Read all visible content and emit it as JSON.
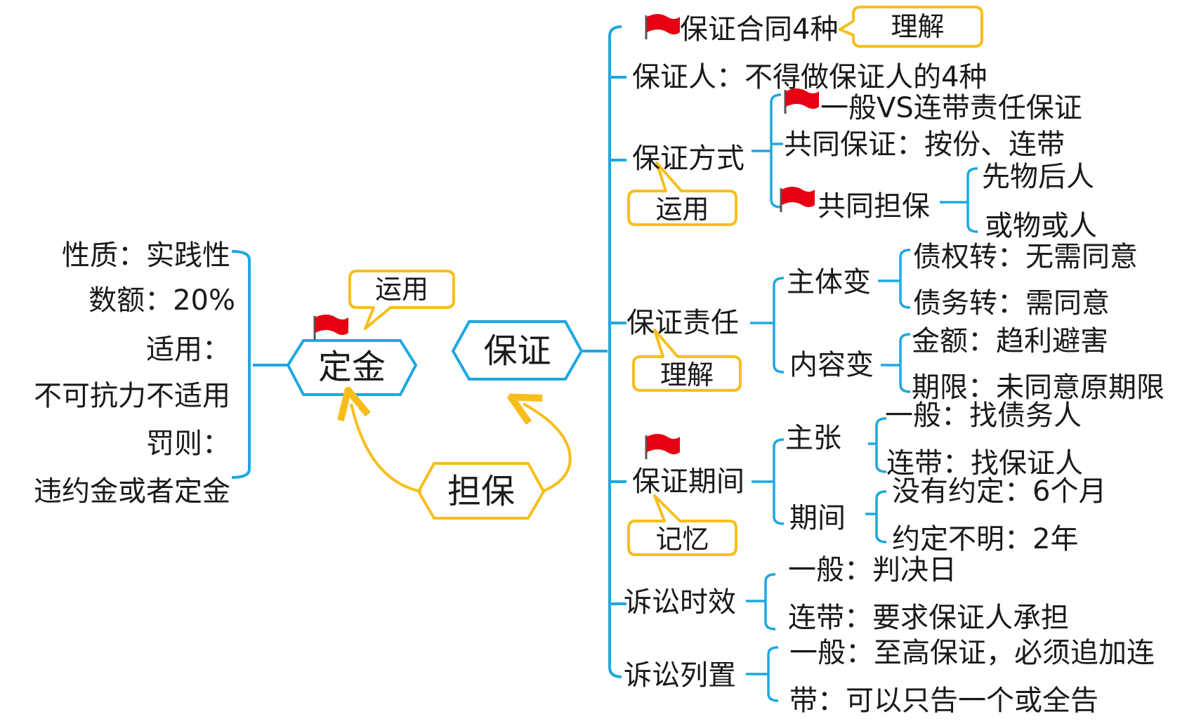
{
  "colors": {
    "blue": "#1ea7e1",
    "yellow": "#f7be1b",
    "flag": "#e60012",
    "text": "#1a1a1a"
  },
  "center": {
    "dingjin": "定金",
    "baozheng": "保证",
    "danbao": "担保"
  },
  "tags": {
    "dingjin_tag": "运用",
    "contract_tag": "理解",
    "mode_tag": "运用",
    "liability_tag": "理解",
    "period_tag": "记忆"
  },
  "dingjin_items": {
    "nature": "性质：实践性",
    "amount": "数额：20%",
    "apply_title": "适用：",
    "apply_text": "不可抗力不适用",
    "penalty_title": "罚则：",
    "penalty_text": "违约金或者定金"
  },
  "baozheng_branches": {
    "contract": "保证合同4种",
    "guarantor": "保证人：不得做保证人的4种",
    "mode": {
      "label": "保证方式",
      "general_vs_joint": "一般VS连带责任保证",
      "co_guarantee": "共同保证：按份、连带",
      "co_security": "共同担保",
      "thing_first": "先物后人",
      "thing_or_person": "或物或人"
    },
    "liability": {
      "label": "保证责任",
      "subject_change": "主体变",
      "creditor_transfer": "债权转：无需同意",
      "debt_transfer": "债务转：需同意",
      "content_change": "内容变",
      "amount": "金额：趋利避害",
      "term": "期限：未同意原期限"
    },
    "period": {
      "label": "保证期间",
      "claim": "主张",
      "general_claim": "一般：找债务人",
      "joint_claim": "连带：找保证人",
      "duration": "期间",
      "no_agreement": "没有约定：6个月",
      "unclear": "约定不明：2年"
    },
    "limitation": {
      "label": "诉讼时效",
      "general": "一般：判决日",
      "joint": "连带：要求保证人承担"
    },
    "litigation": {
      "label": "诉讼列置",
      "general": "一般：至高保证，必须追加连",
      "joint": "带：可以只告一个或全告"
    }
  }
}
